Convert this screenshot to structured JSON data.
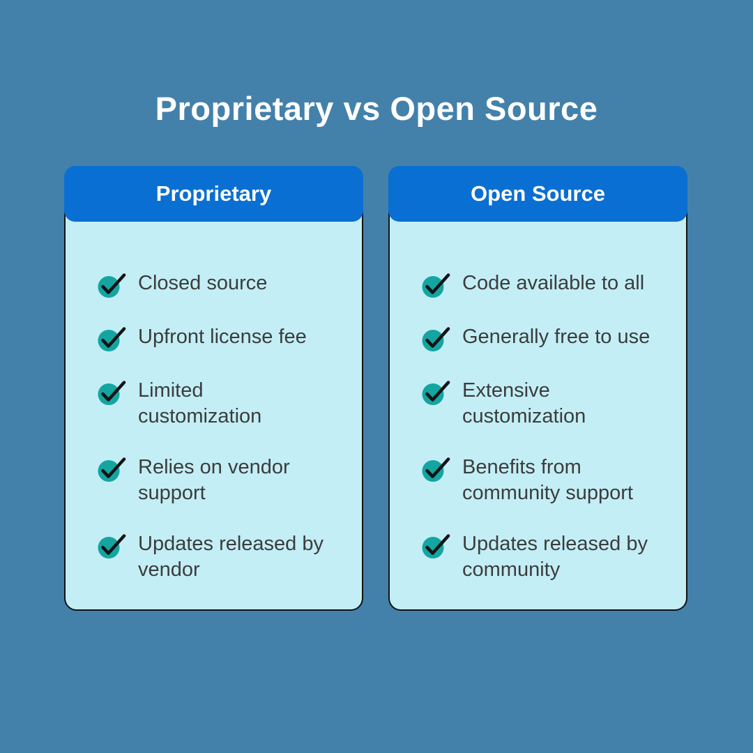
{
  "title": "Proprietary vs Open Source",
  "colors": {
    "background": "#4381AB",
    "card_header": "#0A6FD2",
    "card_body": "#C3EEF6",
    "card_border": "#121212",
    "check_circle": "#14A5A1",
    "check_mark": "#141414",
    "item_text": "#3C3C3C",
    "title_text": "#FFFFFF",
    "header_text": "#FFFFFF"
  },
  "cards": [
    {
      "header": "Proprietary",
      "items": [
        "Closed source",
        "Upfront license fee",
        "Limited\ncustomization",
        "Relies on vendor\nsupport",
        "Updates released by\nvendor"
      ]
    },
    {
      "header": "Open Source",
      "items": [
        "Code available to all",
        "Generally free to use",
        "Extensive\ncustomization",
        "Benefits from\ncommunity support",
        "Updates released by\ncommunity"
      ]
    }
  ]
}
